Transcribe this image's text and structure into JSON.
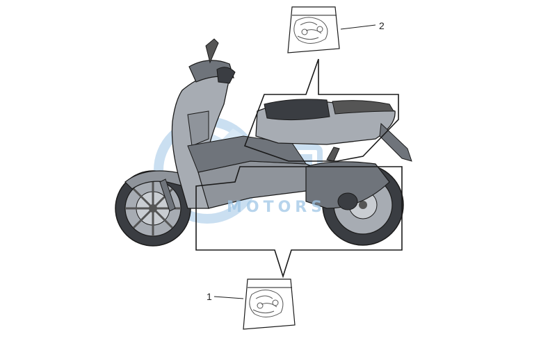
{
  "callouts": {
    "part_1": "1",
    "part_2": "2"
  },
  "watermark": {
    "text": "MOTORS"
  },
  "colors": {
    "line": "#1a1a1a",
    "body_fill": "#a7acb3",
    "body_dark": "#6f747b",
    "tire": "#3a3d42",
    "watermark": "#9fc6e6"
  }
}
